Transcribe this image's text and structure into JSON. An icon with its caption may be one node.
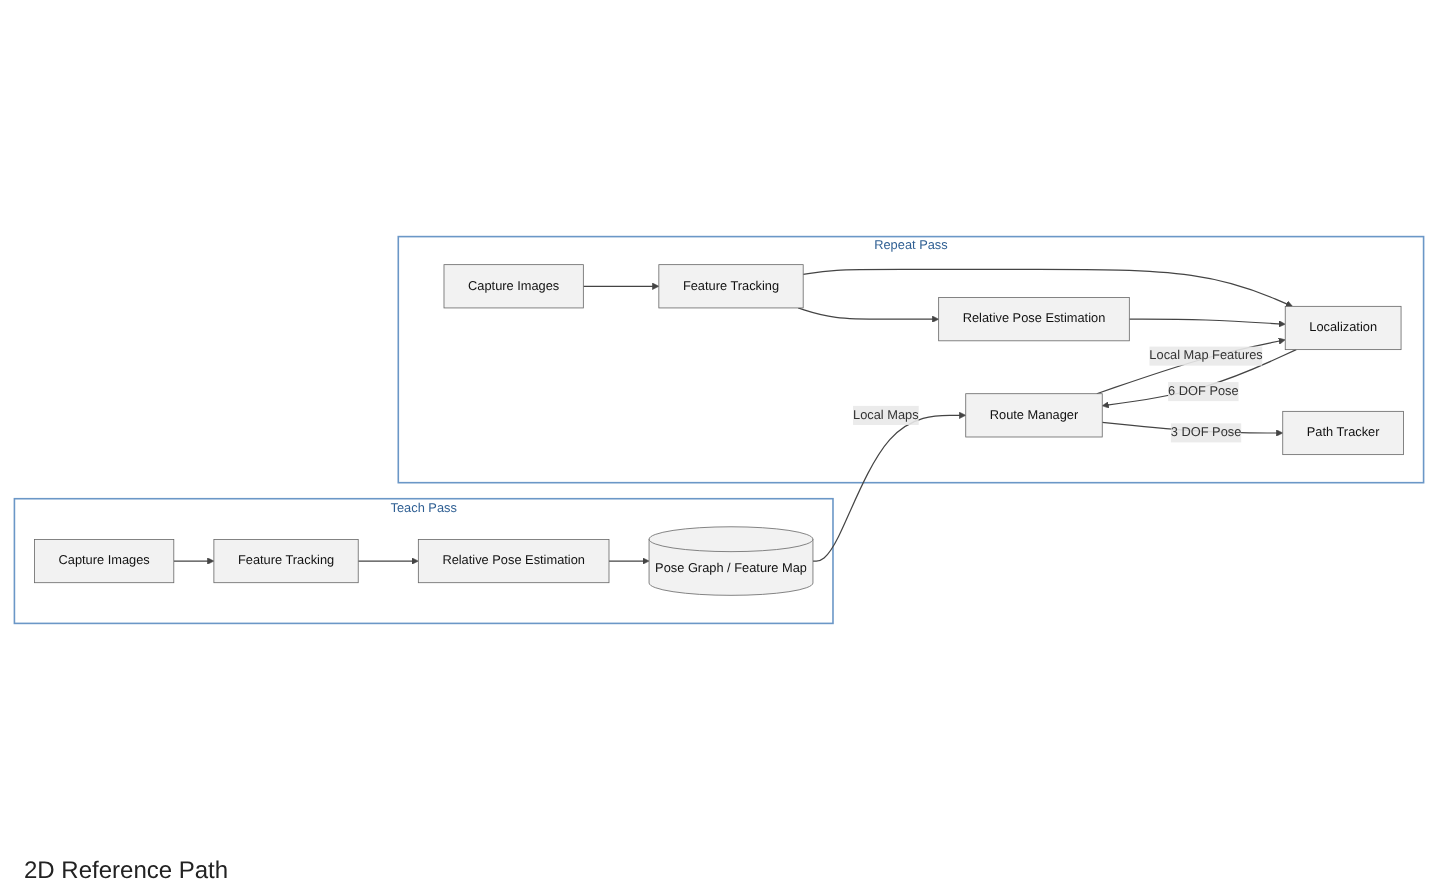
{
  "diagram": {
    "nodes": [
      {
        "text": [
          "Teach Pass"
        ]
      },
      {
        "text": [
          "Capture Images"
        ],
        "in": 0
      },
      {
        "text": [
          "Feature Tracking"
        ],
        "in": 0
      },
      {
        "text": [
          "Relative Pose Estimation"
        ],
        "in": 0
      },
      {
        "text": [
          "Pose Graph / Feature Map"
        ],
        "in": 0
      },
      {
        "text": [
          "Repeat Pass"
        ]
      },
      {
        "text": [
          "Capture Images"
        ],
        "in": 5
      },
      {
        "text": [
          "Feature Tracking"
        ],
        "in": 5
      },
      {
        "text": [
          "Localization"
        ],
        "in": 5
      },
      {
        "text": [
          "Relative Pose Estimation"
        ],
        "in": 5
      },
      {
        "text": [
          "Route Manager"
        ],
        "in": 5
      },
      {
        "text": [
          "Path Tracker"
        ],
        "in": 5
      }
    ],
    "edges": [
      {
        "from": 1,
        "to": 2,
        "arrow": "to"
      },
      {
        "from": 2,
        "to": 3,
        "arrow": "to"
      },
      {
        "from": 3,
        "to": 4,
        "arrow": "to"
      },
      {
        "from": 4,
        "to": 10,
        "arrow": "to",
        "label": "Local Maps"
      },
      {
        "from": 6,
        "to": 7,
        "arrow": "to"
      },
      {
        "from": 7,
        "to": 8,
        "arrow": "to"
      },
      {
        "from": 7,
        "to": 9,
        "arrow": "to"
      },
      {
        "from": 9,
        "to": 8,
        "arrow": "to"
      },
      {
        "from": 10,
        "to": 8,
        "arrow": "to",
        "label": "Local Map Features"
      },
      {
        "from": 8,
        "to": 10,
        "arrow": "to",
        "label": "6 DOF Pose"
      },
      {
        "from": 10,
        "to": 11,
        "arrow": "to",
        "label": "3 DOF Pose"
      }
    ],
    "labels": [
      "2D Reference Path"
    ]
  }
}
